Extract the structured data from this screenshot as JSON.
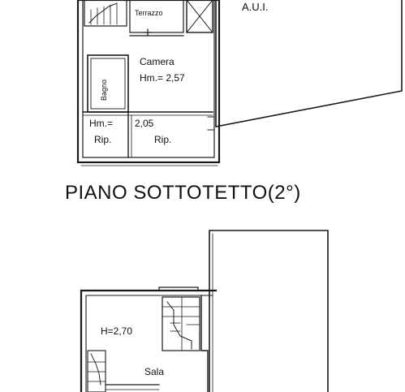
{
  "upper_floor": {
    "terrace_label": "Terrazzo",
    "aui_label": "A.U.I.",
    "bedroom_name": "Camera",
    "bedroom_height": "Hm.= 2,57",
    "bathroom_name": "Bagno",
    "storage_height_left": "Hm.=",
    "storage_height_right": "2,05",
    "storage_left": "Rip.",
    "storage_right": "Rip."
  },
  "floor_title": "PIANO SOTTOTETTO(2°)",
  "lower_floor": {
    "room_height": "H=2,70",
    "room_name": "Sala"
  }
}
